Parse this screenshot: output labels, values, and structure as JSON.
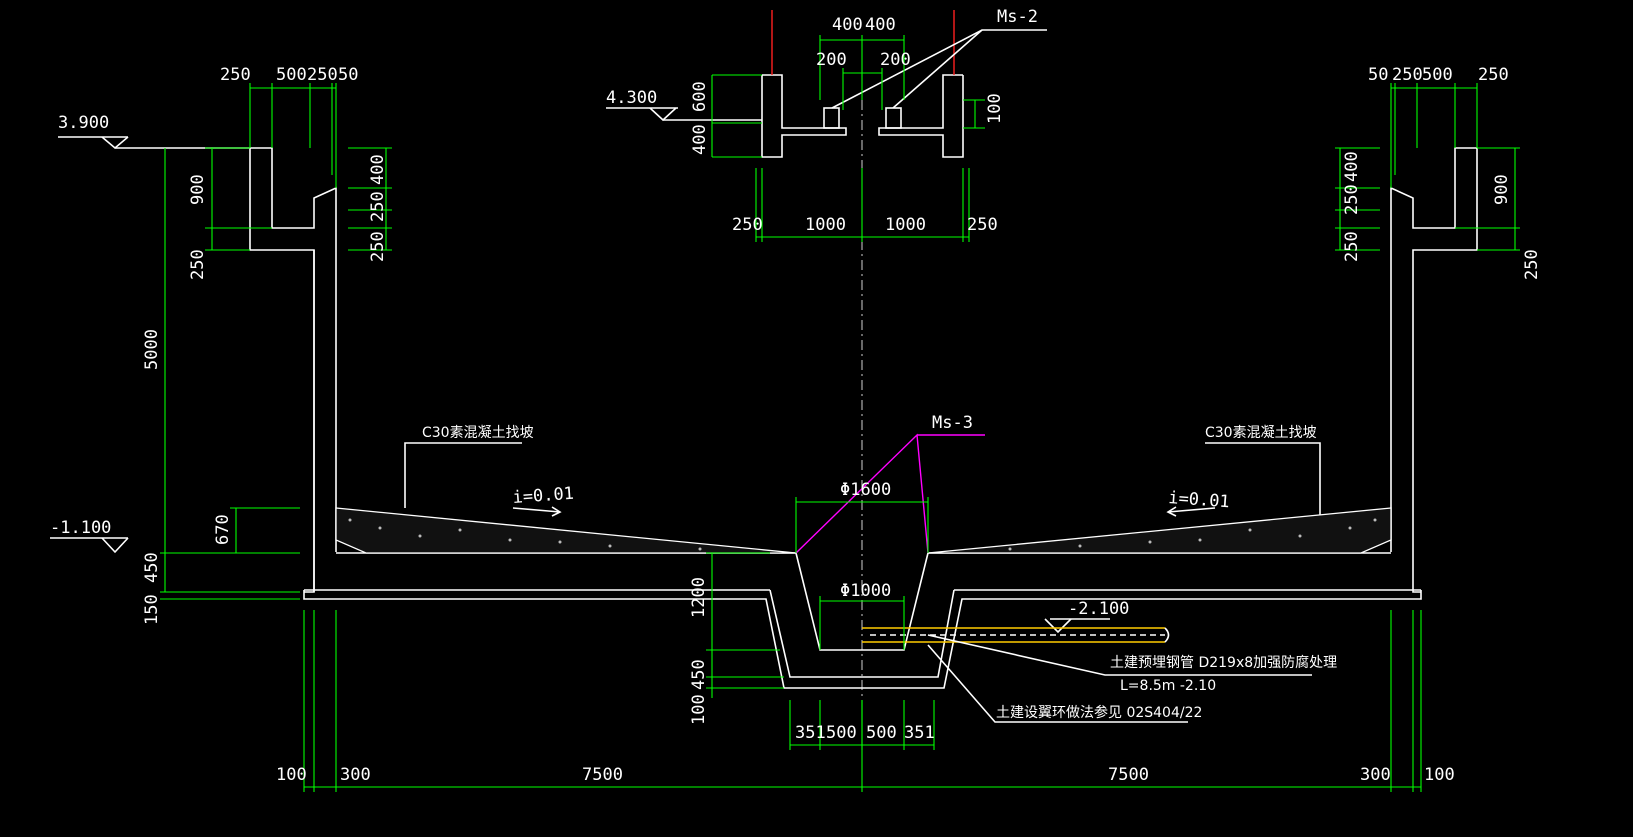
{
  "colors": {
    "background": "#000000",
    "structure": "#ffffff",
    "dimension": "#00ff00",
    "annotation": "#ff00ff",
    "pipe": "#ffcc00"
  },
  "elevations": {
    "top_left": "3.900",
    "top_center": "4.300",
    "ground_left": "-1.100",
    "pipe": "-2.100"
  },
  "labels": {
    "ms2": "Ms-2",
    "ms3": "Ms-3",
    "slope_fill_left": "C30素混凝土找坡",
    "slope_fill_right": "C30素混凝土找坡",
    "slope_left": "i=0.01",
    "slope_right": "i=0.01",
    "phi_top": "Φ1600",
    "phi_bottom": "Φ1000",
    "pipe_note_1": "土建预埋钢管 D219x8加强防腐处理",
    "pipe_note_2": "L=8.5m  -2.10",
    "ring_note": "土建设翼环做法参见 02S404/22"
  },
  "dims": {
    "top_center": [
      "400",
      "400",
      "200",
      "200",
      "600",
      "400",
      "100",
      "250",
      "1000",
      "1000",
      "250"
    ],
    "top_left": [
      "250",
      "500",
      "250",
      "50"
    ],
    "top_right": [
      "50",
      "250",
      "500",
      "250"
    ],
    "left_vertical": [
      "900",
      "250",
      "5000",
      "670",
      "450",
      "150",
      "400",
      "250",
      "250"
    ],
    "right_vertical": [
      "400",
      "250",
      "250",
      "900",
      "250"
    ],
    "sump": [
      "1200",
      "450",
      "100",
      "351",
      "500",
      "500",
      "351"
    ],
    "bottom": [
      "100",
      "300",
      "7500",
      "7500",
      "300",
      "100"
    ]
  }
}
